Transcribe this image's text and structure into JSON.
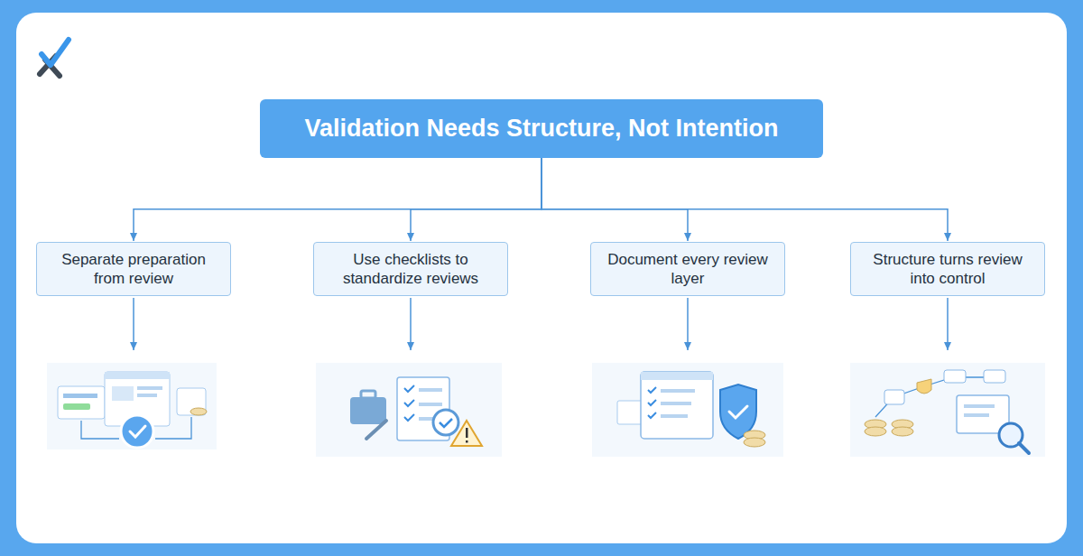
{
  "diagram": {
    "nodes": [
      {
        "text": [
          "Validation Needs Structure, Not Intention"
        ]
      },
      {
        "text": [
          "Separate preparation from review"
        ]
      },
      {
        "text": [
          "Use checklists to standardize reviews"
        ]
      },
      {
        "text": [
          "Document every review layer"
        ]
      },
      {
        "text": [
          "Structure turns review into control"
        ]
      }
    ],
    "edges": [
      {
        "from": 0,
        "to": 1,
        "arrow": "to"
      },
      {
        "from": 0,
        "to": 2,
        "arrow": "to"
      },
      {
        "from": 0,
        "to": 3,
        "arrow": "to"
      },
      {
        "from": 0,
        "to": 4,
        "arrow": "to"
      }
    ]
  }
}
